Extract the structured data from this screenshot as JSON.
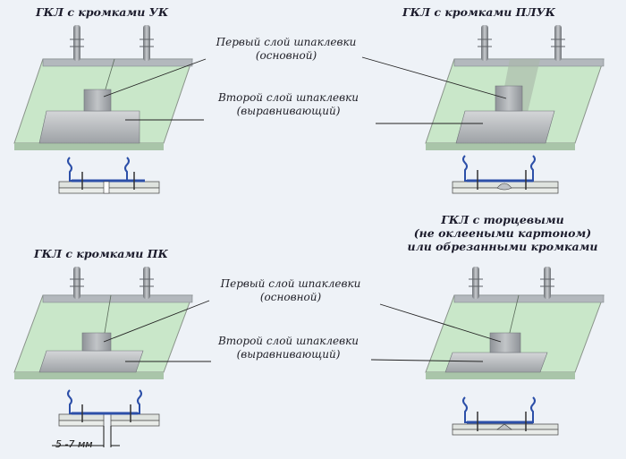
{
  "panels": {
    "uk": {
      "title": "ГКЛ с кромками УК"
    },
    "pluk": {
      "title": "ГКЛ с кромками ПЛУК"
    },
    "pk": {
      "title": "ГКЛ с кромками ПК"
    },
    "cut": {
      "title_line1": "ГКЛ с торцевыми",
      "title_line2": "(не оклееными картоном)",
      "title_line3": "или обрезанными кромками"
    }
  },
  "labels": {
    "top": {
      "first_line1": "Первый слой шпаклевки",
      "first_line2": "(основной)",
      "second_line1": "Второй слой шпаклевки",
      "second_line2": "(выравнивающий)"
    },
    "bottom": {
      "first_line1": "Первый слой шпаклевки",
      "first_line2": "(основной)",
      "second_line1": "Второй слой шпаклевки",
      "second_line2": "(выравнивающий)"
    }
  },
  "gap_dimension": "5 -7 мм",
  "colors": {
    "board_green": "#c9e7c9",
    "board_edge": "#9aa39a",
    "putty_gray": "#b9bcbf",
    "profile_blue": "#2c4fa8",
    "screw_gray": "#8d9196",
    "background": "#eef2f7"
  }
}
